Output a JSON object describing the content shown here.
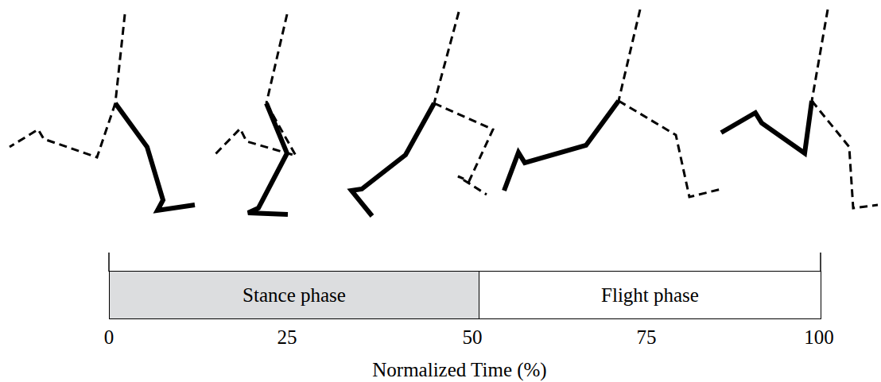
{
  "diagram": {
    "nodes": [
      {
        "text": [
          "Stance phase"
        ]
      },
      {
        "text": [
          "Flight phase"
        ]
      }
    ],
    "labels": [
      "0",
      "25",
      "50",
      "75",
      "100",
      "Normalized Time (%)"
    ]
  }
}
